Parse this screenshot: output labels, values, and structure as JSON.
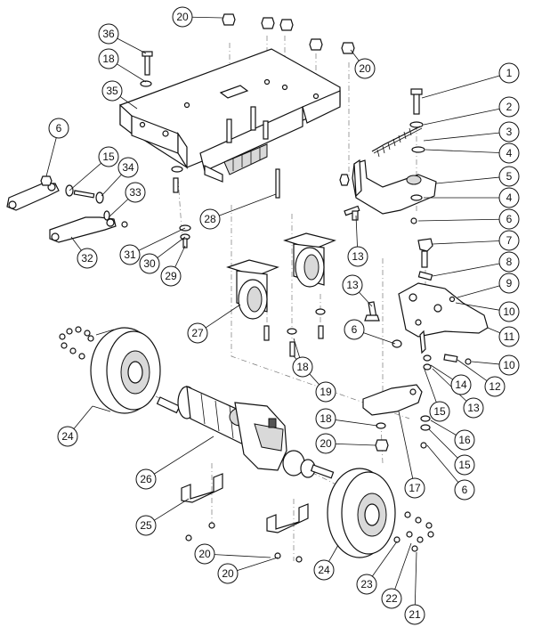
{
  "callouts": [
    {
      "label": "1"
    },
    {
      "label": "2"
    },
    {
      "label": "3"
    },
    {
      "label": "4"
    },
    {
      "label": "5"
    },
    {
      "label": "4"
    },
    {
      "label": "6"
    },
    {
      "label": "7"
    },
    {
      "label": "8"
    },
    {
      "label": "9"
    },
    {
      "label": "10"
    },
    {
      "label": "11"
    },
    {
      "label": "10"
    },
    {
      "label": "12"
    },
    {
      "label": "13"
    },
    {
      "label": "14"
    },
    {
      "label": "15"
    },
    {
      "label": "16"
    },
    {
      "label": "15"
    },
    {
      "label": "6"
    },
    {
      "label": "17"
    },
    {
      "label": "18"
    },
    {
      "label": "19"
    },
    {
      "label": "20"
    },
    {
      "label": "20"
    },
    {
      "label": "20"
    },
    {
      "label": "21"
    },
    {
      "label": "22"
    },
    {
      "label": "23"
    },
    {
      "label": "24"
    },
    {
      "label": "24"
    },
    {
      "label": "25"
    },
    {
      "label": "26"
    },
    {
      "label": "27"
    },
    {
      "label": "28"
    },
    {
      "label": "29"
    },
    {
      "label": "30"
    },
    {
      "label": "31"
    },
    {
      "label": "32"
    },
    {
      "label": "33"
    },
    {
      "label": "34"
    },
    {
      "label": "15"
    },
    {
      "label": "6"
    },
    {
      "label": "35"
    },
    {
      "label": "18"
    },
    {
      "label": "36"
    },
    {
      "label": "20"
    },
    {
      "label": "13"
    },
    {
      "label": "13"
    },
    {
      "label": "6"
    },
    {
      "label": "18"
    },
    {
      "label": "20"
    }
  ]
}
